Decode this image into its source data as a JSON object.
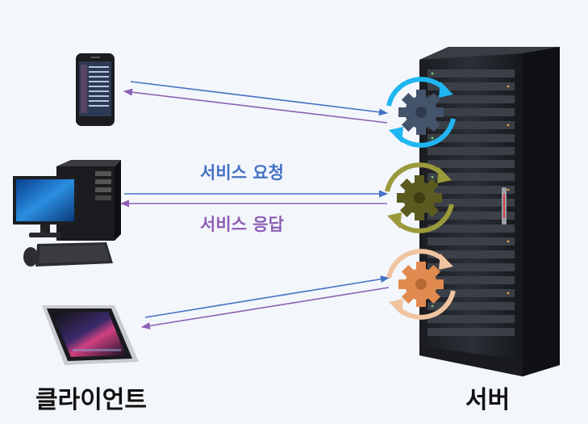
{
  "labels": {
    "request": "서비스 요청",
    "response": "서비스 응답",
    "client": "클라이언트",
    "server": "서버"
  },
  "colors": {
    "request_line": "#4472c4",
    "response_line": "#8e5fb5",
    "gear_top": "#44546a",
    "ring_top": "#1fb6f2",
    "gear_mid": "#5b5a20",
    "ring_mid": "#9a9a3a",
    "gear_bottom": "#e08a4f",
    "ring_bottom": "#f0c4a0"
  },
  "icons": [
    "smartphone-icon",
    "desktop-computer-icon",
    "tablet-icon",
    "server-rack-icon",
    "gear-icon"
  ]
}
